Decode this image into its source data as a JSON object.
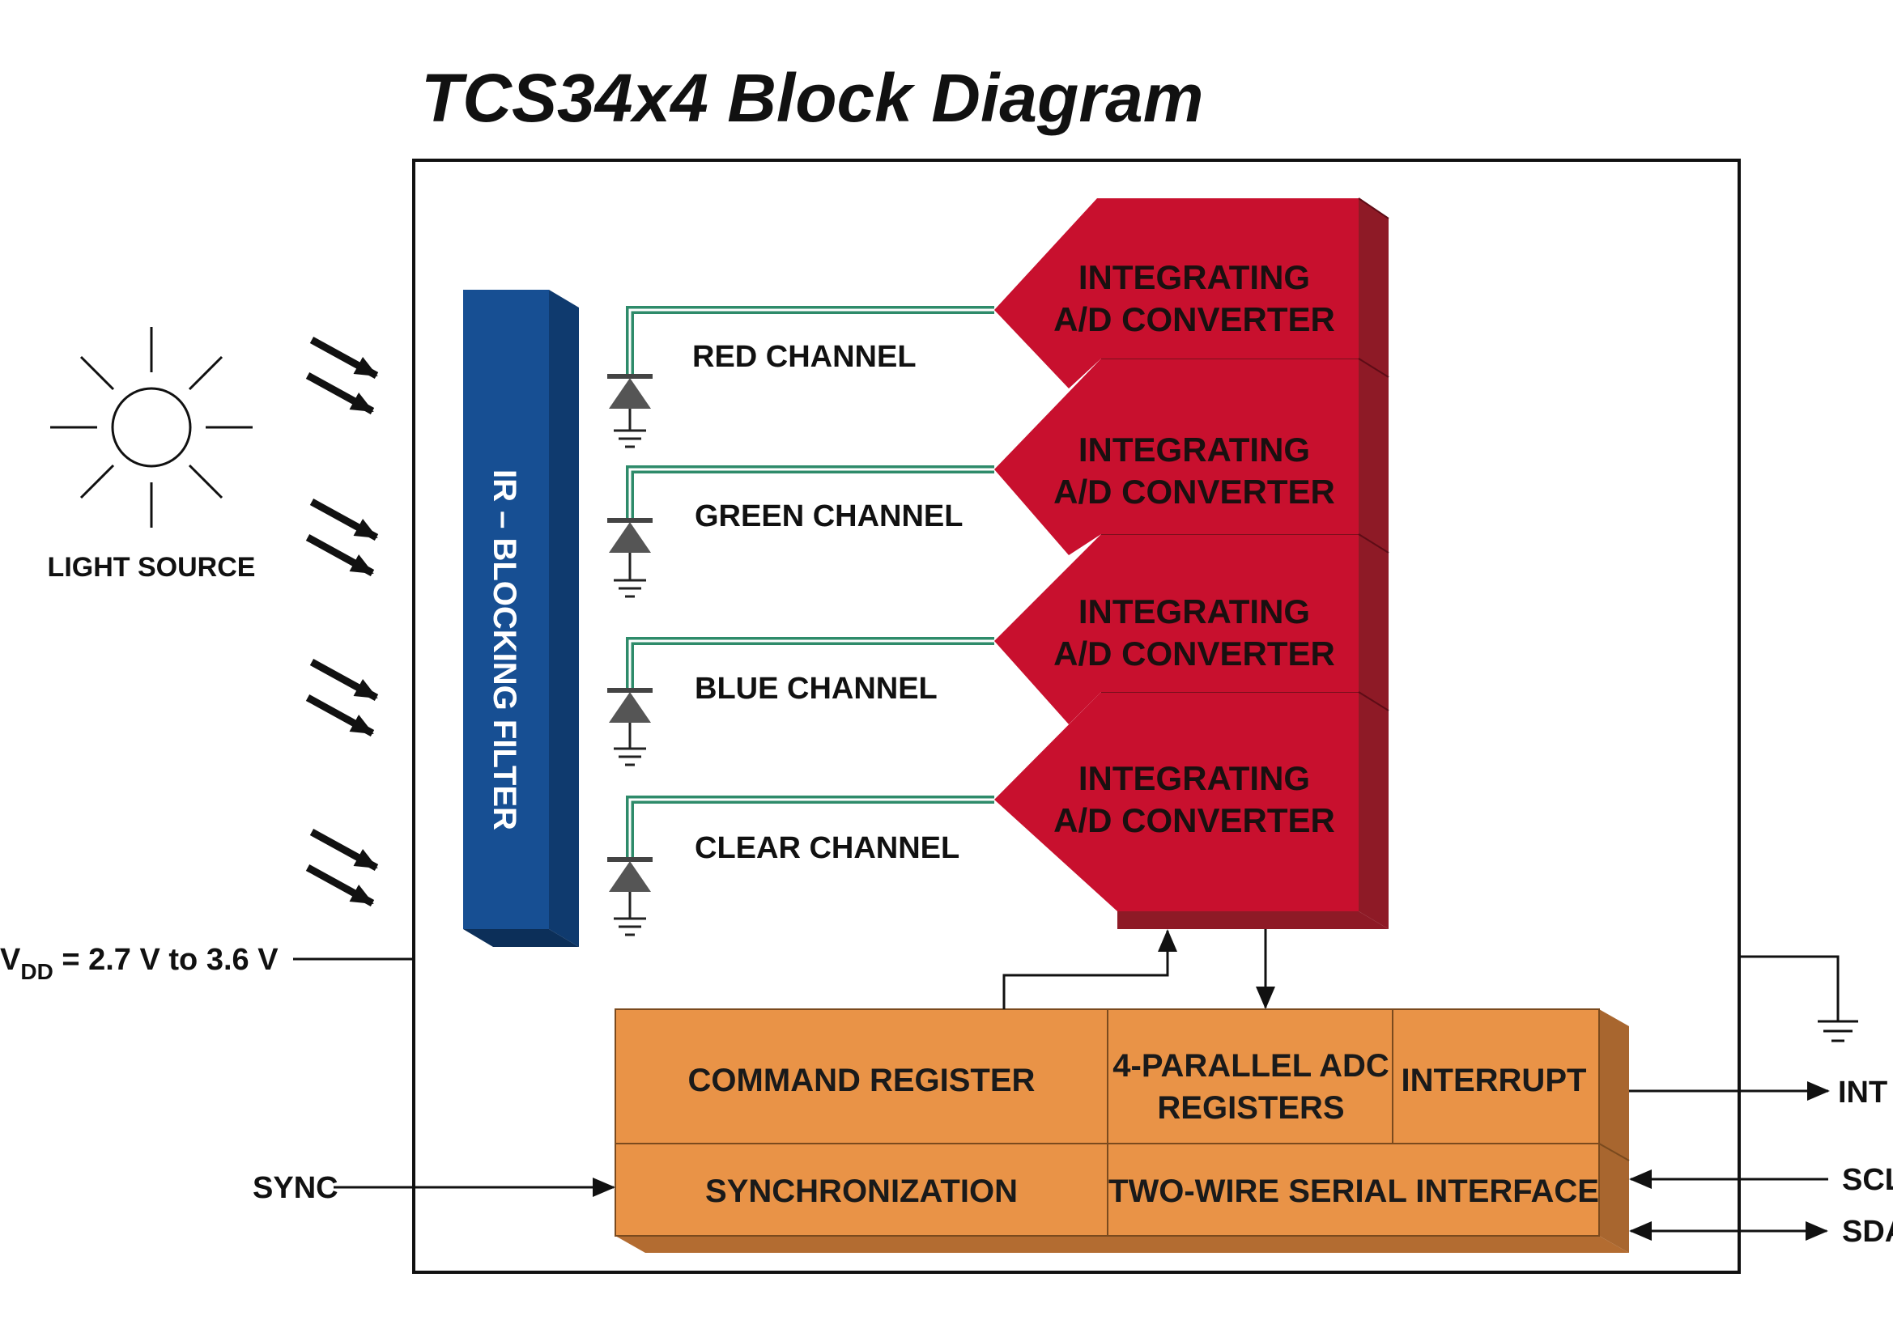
{
  "title": "TCS34x4 Block Diagram",
  "light_source_label": "LIGHT SOURCE",
  "filter_label": "IR – BLOCKING FILTER",
  "channels": [
    "RED CHANNEL",
    "GREEN CHANNEL",
    "BLUE CHANNEL",
    "CLEAR CHANNEL"
  ],
  "adc": {
    "line1": "INTEGRATING",
    "line2": "A/D CONVERTER"
  },
  "vdd": {
    "prefix": "V",
    "sub": "DD",
    "rest": " = 2.7 V to 3.6 V"
  },
  "blocks": {
    "command_register": "COMMAND REGISTER",
    "adc_registers_line1": "4-PARALLEL ADC",
    "adc_registers_line2": "REGISTERS",
    "interrupt": "INTERRUPT",
    "synchronization": "SYNCHRONIZATION",
    "two_wire": "TWO-WIRE SERIAL INTERFACE"
  },
  "pins": {
    "sync": "SYNC",
    "int": "INT",
    "scl": "SCL",
    "sda": "SDA"
  },
  "colors": {
    "adc_red": "#c8102e",
    "filter_blue": "#174f93",
    "block_orange": "#e99347",
    "channel_green": "#2e8b6a"
  },
  "icons": [
    "sun-icon",
    "light-ray-arrow-icon",
    "photodiode-icon",
    "ground-icon"
  ]
}
